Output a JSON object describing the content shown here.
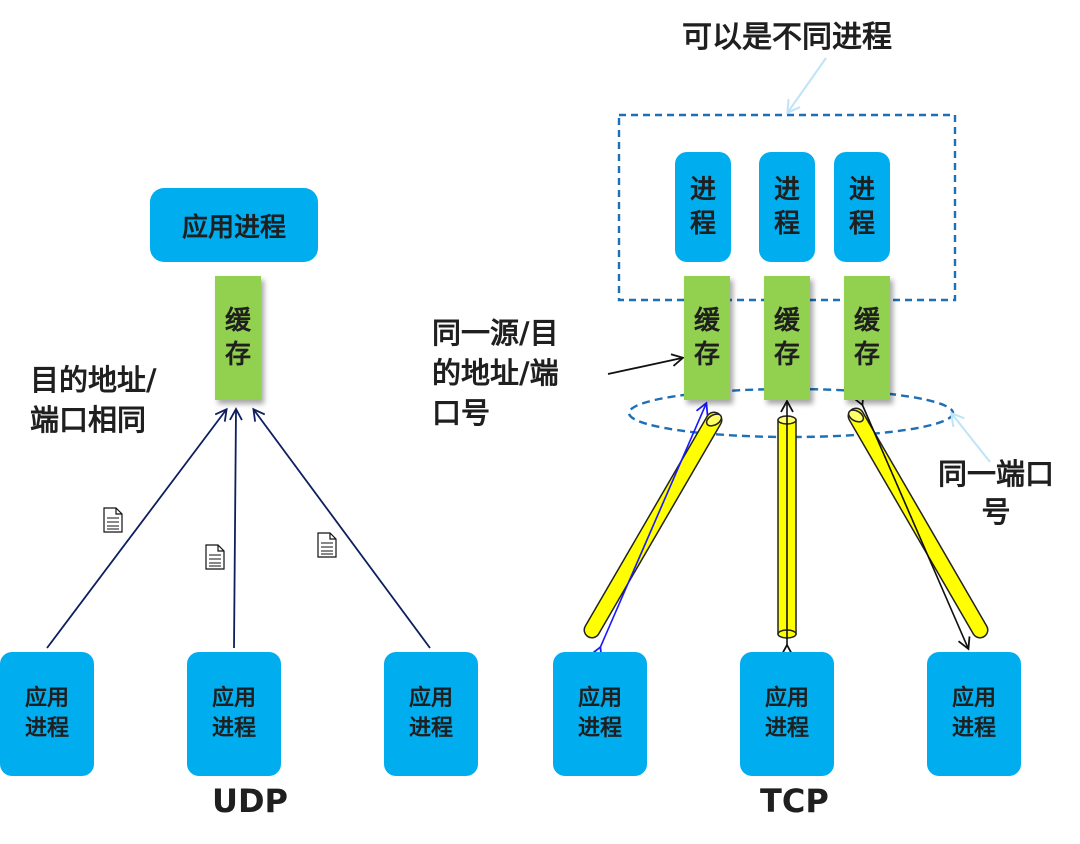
{
  "udp": {
    "title": "UDP",
    "top_process": "应用进程",
    "cache": "缓存",
    "note": [
      "目的地址/",
      "端口相同"
    ],
    "bottom_processes": [
      "应用进程",
      "应用进程",
      "应用进程"
    ]
  },
  "tcp": {
    "title": "TCP",
    "top_note": "可以是不同进程",
    "processes": [
      "进程",
      "进程",
      "进程"
    ],
    "caches": [
      "缓存",
      "缓存",
      "缓存"
    ],
    "left_note": [
      "同一源/目",
      "的地址/端",
      "口号"
    ],
    "right_note": [
      "同一端口",
      "号"
    ],
    "bottom_processes": [
      "应用进程",
      "应用进程",
      "应用进程"
    ]
  },
  "colors": {
    "process": "#00adef",
    "cache": "#92d050",
    "pipe": "#ffff00",
    "udp_arrow": "#0d1f5e",
    "tcp_arrow": "#1a1aff",
    "dashed": "#1e6fb5",
    "callout": "#bfe4f7"
  },
  "icons": {
    "segment": "document-icon"
  }
}
